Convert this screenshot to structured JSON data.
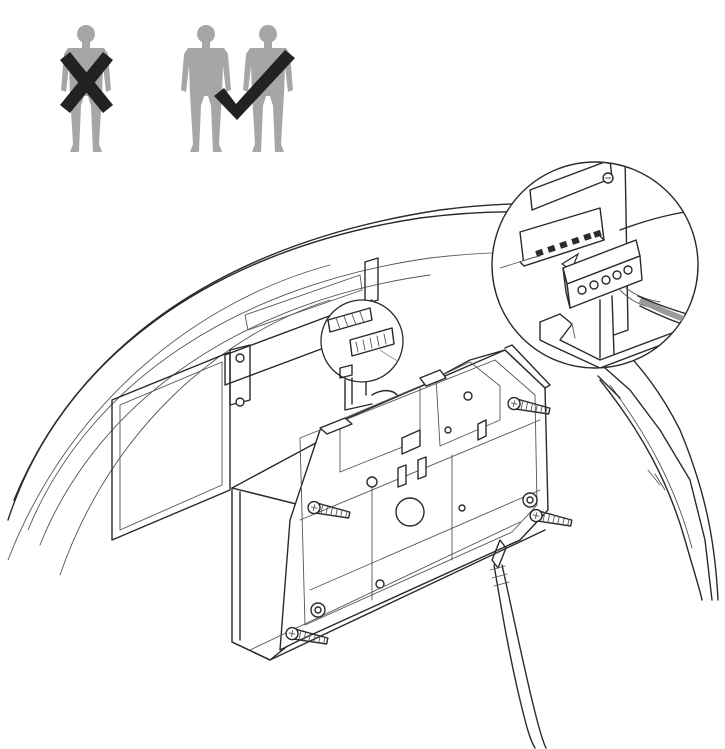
{
  "figure": {
    "people_wrong_icon": "person-silhouette",
    "people_right_icon": "two-person-silhouettes",
    "wrong_mark_icon": "cross-mark",
    "right_mark_icon": "check-mark",
    "colors": {
      "silhouette": "#a6a6a6",
      "mark": "#222222",
      "line": "#2a2a2a",
      "background": "#ffffff"
    }
  }
}
